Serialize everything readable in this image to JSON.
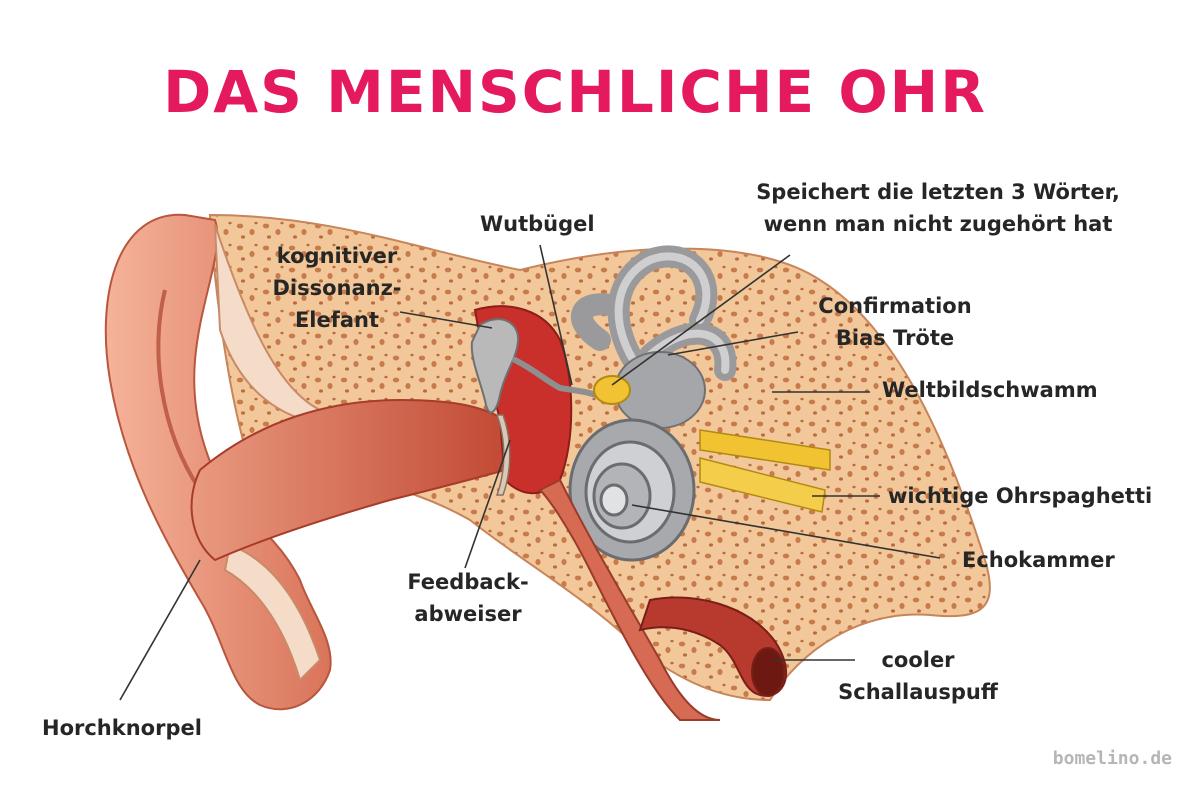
{
  "title": "DAS MENSCHLICHE OHR",
  "labels": {
    "wutbuegel": "Wutbügel",
    "speichert_1": "Speichert die letzten 3 Wörter,",
    "speichert_2": "wenn man nicht zugehört hat",
    "kognitiver_1": "kognitiver",
    "kognitiver_2": "Dissonanz-",
    "kognitiver_3": "Elefant",
    "confirmation_1": "Confirmation",
    "confirmation_2": "Bias Tröte",
    "weltbild": "Weltbildschwamm",
    "ohrspaghetti": "wichtige Ohrspaghetti",
    "echokammer": "Echokammer",
    "feedback_1": "Feedback-",
    "feedback_2": "abweiser",
    "cooler_1": "cooler",
    "cooler_2": "Schallauspuff",
    "horchknorpel": "Horchknorpel"
  },
  "credit": "bomelino.de",
  "colors": {
    "title": "#e5195e",
    "label_text": "#262626",
    "leader_line": "#333333",
    "skin": "#e9967a",
    "bone": "#f2c89a",
    "cochlea": "#a7a9ac",
    "nerve": "#f1c232",
    "credit": "#b6b6b6"
  }
}
